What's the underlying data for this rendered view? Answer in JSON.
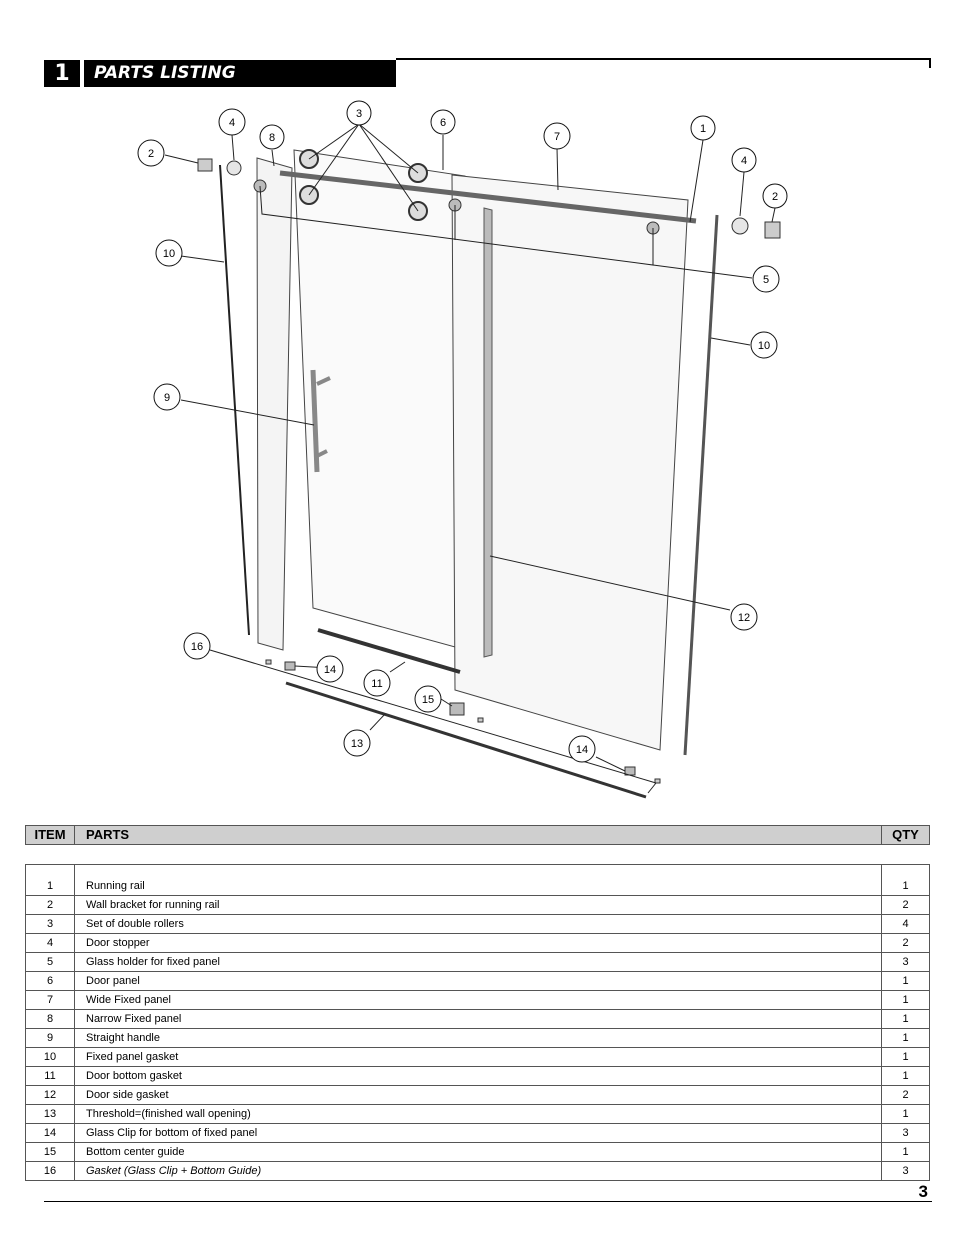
{
  "section": {
    "number": "1",
    "title": "PARTS LISTING"
  },
  "callouts": [
    "1",
    "2",
    "2",
    "3",
    "4",
    "4",
    "5",
    "6",
    "7",
    "8",
    "9",
    "10",
    "10",
    "11",
    "12",
    "13",
    "14",
    "14",
    "15",
    "16"
  ],
  "table": {
    "headers": {
      "item": "ITEM",
      "parts": "PARTS",
      "qty": "QTY"
    },
    "rows": [
      {
        "item": "1",
        "part": "Running rail",
        "qty": "1"
      },
      {
        "item": "2",
        "part": "Wall bracket for running rail",
        "qty": "2"
      },
      {
        "item": "3",
        "part": "Set of double rollers",
        "qty": "4"
      },
      {
        "item": "4",
        "part": "Door stopper",
        "qty": "2"
      },
      {
        "item": "5",
        "part": "Glass holder for fixed panel",
        "qty": "3"
      },
      {
        "item": "6",
        "part": "Door panel",
        "qty": "1"
      },
      {
        "item": "7",
        "part": "Wide Fixed panel",
        "qty": "1"
      },
      {
        "item": "8",
        "part": "Narrow Fixed panel",
        "qty": "1"
      },
      {
        "item": "9",
        "part": "Straight handle",
        "qty": "1"
      },
      {
        "item": "10",
        "part": "Fixed panel gasket",
        "qty": "1"
      },
      {
        "item": "11",
        "part": "Door bottom gasket",
        "qty": "1"
      },
      {
        "item": "12",
        "part": "Door side gasket",
        "qty": "2"
      },
      {
        "item": "13",
        "part": "Threshold=(finished wall opening)",
        "qty": "1"
      },
      {
        "item": "14",
        "part": "Glass Clip for bottom of fixed panel",
        "qty": "3"
      },
      {
        "item": "15",
        "part": "Bottom center guide",
        "qty": "1"
      },
      {
        "item": "16",
        "part": "Gasket (Glass Clip + Bottom Guide)",
        "qty": "3"
      }
    ]
  },
  "page_number": "3"
}
